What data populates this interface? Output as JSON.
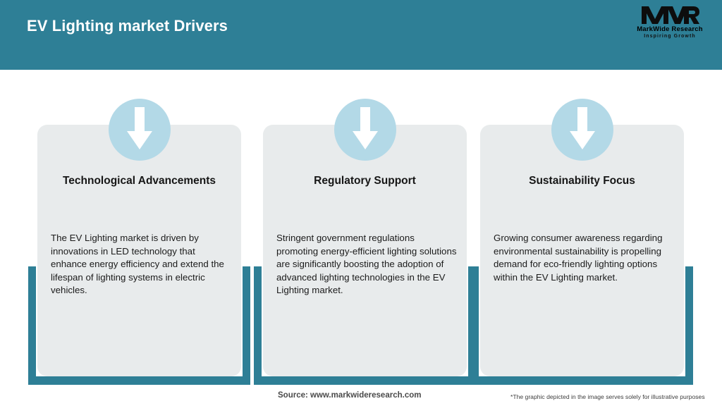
{
  "header": {
    "title": "EV Lighting market Drivers",
    "background_color": "#2e7f96",
    "title_color": "#ffffff"
  },
  "logo": {
    "mark": "MWR",
    "name": "MarkWide Research",
    "tagline": "Inspiring Growth"
  },
  "theme": {
    "accent_teal": "#2e7f96",
    "card_grey": "#e8ebec",
    "badge_blue": "#b3d9e7",
    "arrow_white": "#ffffff"
  },
  "cards": [
    {
      "icon": "down-arrow-icon",
      "title": "Technological Advancements",
      "body": "The EV Lighting market is driven by innovations in LED technology that enhance energy efficiency and extend the lifespan of lighting systems in electric vehicles."
    },
    {
      "icon": "down-arrow-icon",
      "title": "Regulatory Support",
      "body": "Stringent government regulations promoting energy-efficient lighting solutions are significantly boosting the adoption of advanced lighting technologies in the EV Lighting market."
    },
    {
      "icon": "down-arrow-icon",
      "title": "Sustainability Focus",
      "body": "Growing consumer awareness regarding environmental sustainability is propelling demand for eco-friendly lighting options within the EV Lighting market."
    }
  ],
  "footer": {
    "source": "Source: www.markwideresearch.com",
    "disclaimer": "*The graphic depicted in the image serves solely for illustrative purposes"
  }
}
